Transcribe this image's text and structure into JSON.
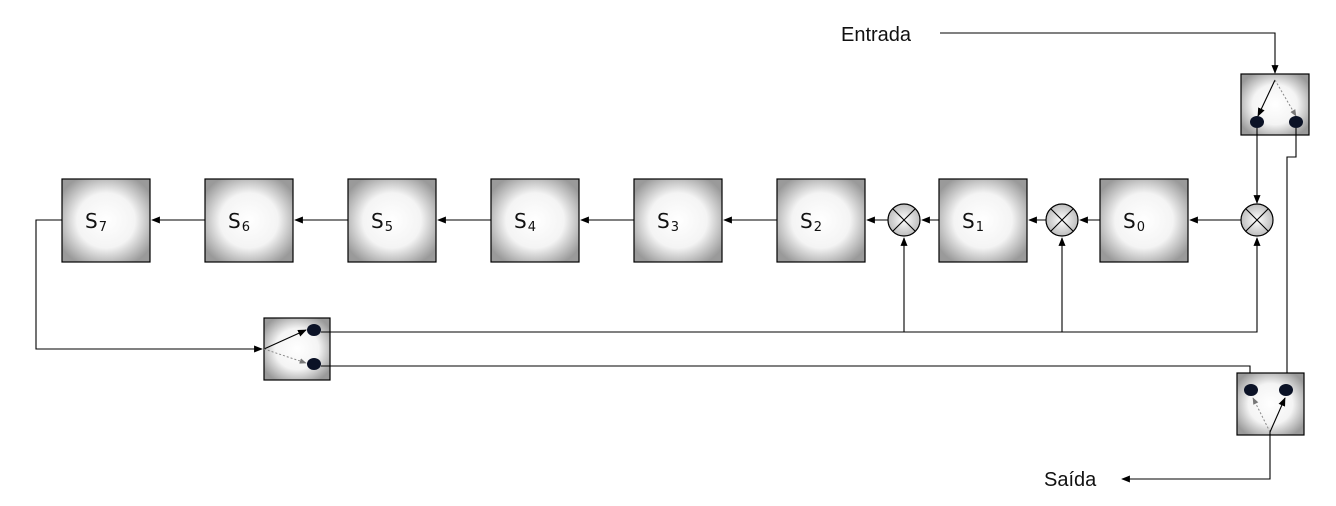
{
  "diagram": {
    "input_label": "Entrada",
    "output_label": "Saída",
    "registers": [
      {
        "id": "s7",
        "letter": "S",
        "index": "7"
      },
      {
        "id": "s6",
        "letter": "S",
        "index": "6"
      },
      {
        "id": "s5",
        "letter": "S",
        "index": "5"
      },
      {
        "id": "s4",
        "letter": "S",
        "index": "4"
      },
      {
        "id": "s3",
        "letter": "S",
        "index": "3"
      },
      {
        "id": "s2",
        "letter": "S",
        "index": "2"
      },
      {
        "id": "s1",
        "letter": "S",
        "index": "1"
      },
      {
        "id": "s0",
        "letter": "S",
        "index": "0"
      }
    ],
    "colors": {
      "wire": "#000000",
      "dashed": "#888888",
      "box_edge": "#9a9a9a",
      "box_center": "#ffffff",
      "dot": "#0b1226"
    }
  }
}
